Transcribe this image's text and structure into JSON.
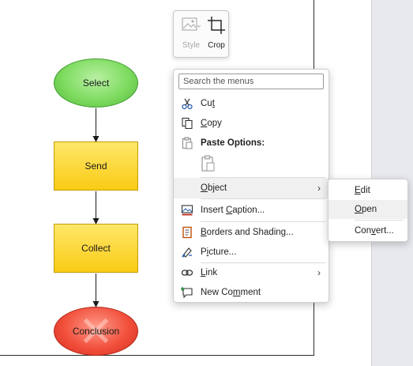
{
  "flowchart": {
    "shapes": [
      {
        "label": "Select",
        "shape": "oval",
        "color": "#7fdc61"
      },
      {
        "label": "Send",
        "shape": "rectangle",
        "color": "#fcd83a"
      },
      {
        "label": "Collect",
        "shape": "rectangle",
        "color": "#fcd83a"
      },
      {
        "label": "Conclusion",
        "shape": "oval",
        "color": "#f1503c"
      }
    ]
  },
  "mini_toolbar": {
    "style_label": "Style",
    "crop_label": "Crop"
  },
  "context_menu": {
    "search_placeholder": "Search the menus",
    "cut": {
      "pre": "Cu",
      "key": "t",
      "post": ""
    },
    "copy": {
      "pre": "",
      "key": "C",
      "post": "opy"
    },
    "paste_options": "Paste Options:",
    "object": {
      "pre": "",
      "key": "O",
      "post": "bject"
    },
    "insert_caption": {
      "pre": "Insert ",
      "key": "C",
      "post": "aption..."
    },
    "borders_shading": {
      "pre": "",
      "key": "B",
      "post": "orders and Shading..."
    },
    "picture": {
      "pre": "P",
      "key": "i",
      "post": "cture..."
    },
    "link": {
      "pre": "",
      "key": "L",
      "post": "ink"
    },
    "new_comment": {
      "pre": "New Co",
      "key": "m",
      "post": "ment"
    }
  },
  "object_submenu": {
    "edit": {
      "pre": "",
      "key": "E",
      "post": "dit"
    },
    "open": {
      "pre": "",
      "key": "O",
      "post": "pen"
    },
    "convert": {
      "pre": "Con",
      "key": "v",
      "post": "ert..."
    }
  },
  "icons": [
    "style-icon",
    "crop-icon",
    "scissors-icon",
    "copy-icon",
    "paste-options-icon",
    "paste-keep-icon",
    "caption-icon",
    "borders-icon",
    "picture-icon",
    "link-icon",
    "new-comment-icon",
    "chevron-right-icon"
  ]
}
